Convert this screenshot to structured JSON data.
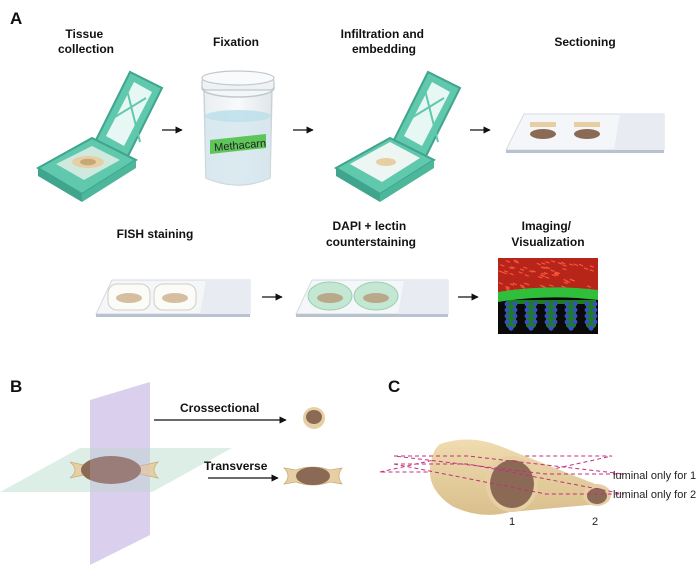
{
  "panels": {
    "a": "A",
    "b": "B",
    "c": "C"
  },
  "steps": {
    "tissue_collection": [
      "Tissue",
      "collection"
    ],
    "fixation": "Fixation",
    "infiltration": [
      "Infiltration and",
      "embedding"
    ],
    "sectioning": "Sectioning",
    "fish": "FISH staining",
    "dapi": [
      "DAPI + lectin",
      "counterstaining"
    ],
    "imaging": [
      "Imaging/",
      "Visualization"
    ]
  },
  "jar_label": "Methacarn",
  "panel_b": {
    "cross": "Crossectional",
    "transverse": "Transverse"
  },
  "panel_c": {
    "lum1": "luminal only for 1",
    "lum2": "luminal only for 2",
    "n1": "1",
    "n2": "2"
  },
  "colors": {
    "cassette": "#5fc8ad",
    "cassette_dark": "#3fa58d",
    "tissue": "#8b6a55",
    "tissue_light": "#e6cfa3",
    "methacarn": "#5ec55a",
    "mucus_red": "#d9331f",
    "bacteria_blue": "#3a4fc0",
    "lectin_green": "#2fbf3a"
  }
}
